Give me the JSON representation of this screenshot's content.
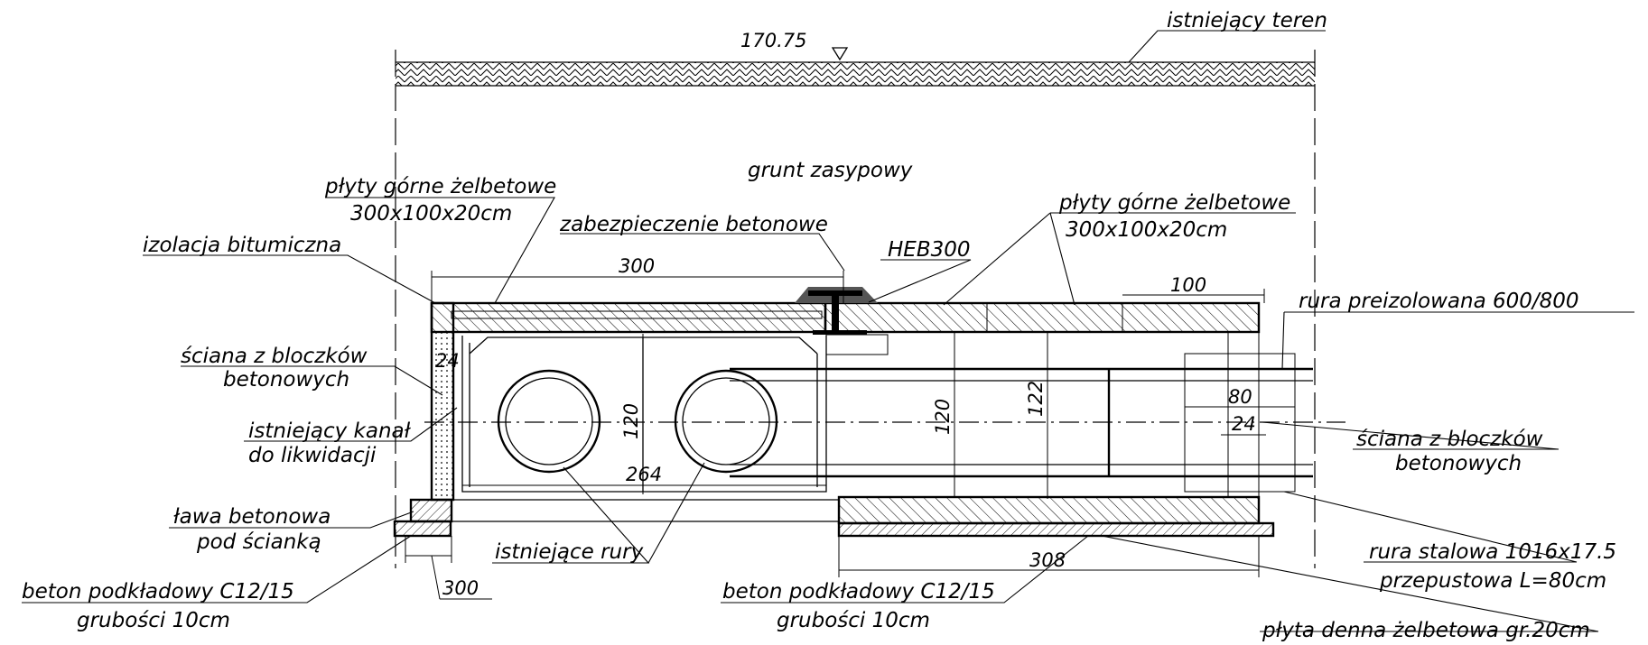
{
  "elevation": "170.75",
  "labels": {
    "existing_ground": "istniejący teren",
    "backfill": "grunt zasypowy",
    "top_slabs_left_1": "płyty górne żelbetowe",
    "top_slabs_left_2": "300x100x20cm",
    "top_slabs_right_1": "płyty górne żelbetowe",
    "top_slabs_right_2": "300x100x20cm",
    "concrete_protection": "zabezpieczenie betonowe",
    "heb": "HEB300",
    "bitumen": "izolacja bitumiczna",
    "wall_left_1": "ściana z bloczków",
    "wall_left_2": "betonowych",
    "old_channel_1": "istniejący kanał",
    "old_channel_2": "do likwidacji",
    "bench_1": "ława betonowa",
    "bench_2": "pod ścianką",
    "lean_left_1": "beton podkładowy C12/15",
    "lean_left_2": "grubości 10cm",
    "existing_pipes": "istniejące rury",
    "lean_mid_1": "beton podkładowy C12/15",
    "lean_mid_2": "grubości 10cm",
    "pipe_insulated": "rura  preizolowana 600/800",
    "wall_right_1": "ściana z bloczków",
    "wall_right_2": "betonowych",
    "steel_pipe_1": "rura  stalowa 1016x17.5",
    "steel_pipe_2": "przepustowa L=80cm",
    "bottom_slab": "płyta denna żelbetowa gr.20cm"
  },
  "dimensions": {
    "d300_top": "300",
    "d100": "100",
    "d24_left": "24",
    "d120_left": "120",
    "d264": "264",
    "d120_right": "120",
    "d122": "122",
    "d80": "80",
    "d24_right": "24",
    "d308": "308",
    "d300_bottom": "300"
  }
}
